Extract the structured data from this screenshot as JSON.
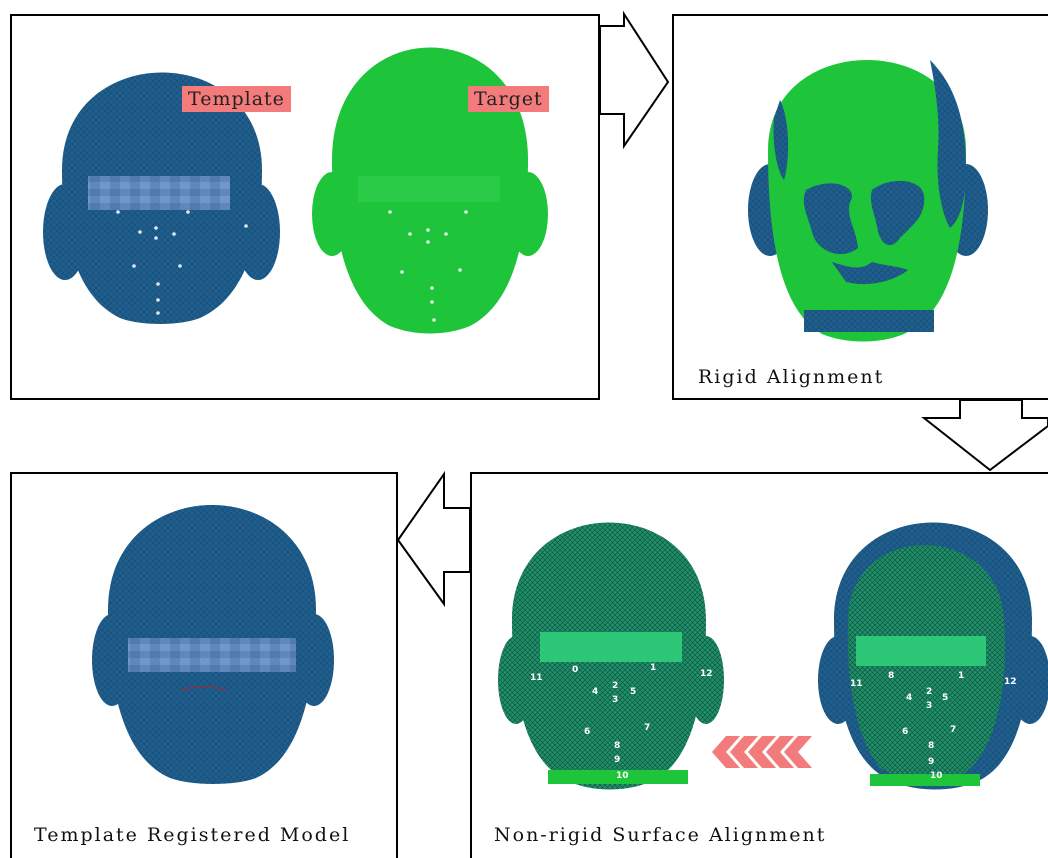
{
  "labels": {
    "template_tag": "Template",
    "target_tag": "Target",
    "rigid_caption": "Rigid Alignment",
    "registered_caption": "Template Registered Model",
    "nonrigid_caption": "Non-rigid Surface Alignment"
  },
  "landmarks": [
    "0",
    "1",
    "2",
    "3",
    "4",
    "5",
    "6",
    "7",
    "8",
    "9",
    "10",
    "11",
    "12"
  ],
  "colors": {
    "template_blue": "#1f5e8e",
    "target_green": "#1ec43a",
    "tag_pink": "#f47b7b",
    "mesh_teal": "#1f8f6a",
    "chevron_pink": "#f47b7b"
  }
}
